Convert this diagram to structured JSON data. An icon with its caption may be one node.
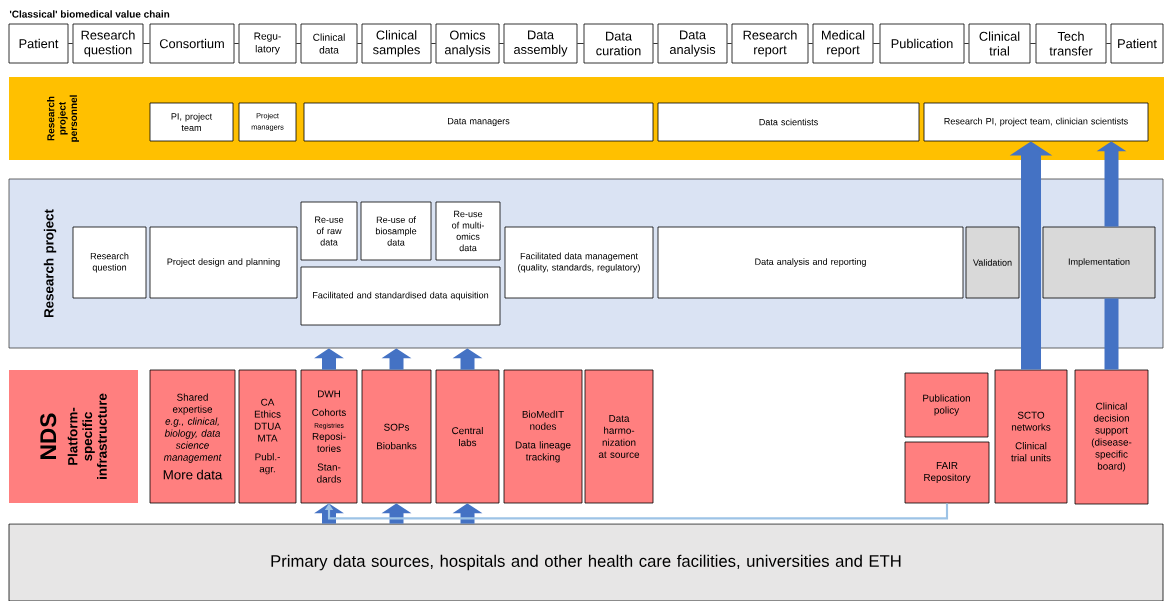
{
  "diagram": {
    "title": "'Classical' biomedical value chain",
    "nodes": [
      {
        "text": [
          "Patient"
        ]
      },
      {
        "text": [
          "Research question"
        ]
      },
      {
        "text": [
          "Consortium"
        ]
      },
      {
        "text": [
          "Regu-latory"
        ]
      },
      {
        "text": [
          "Clinical data"
        ]
      },
      {
        "text": [
          "Clinical samples"
        ]
      },
      {
        "text": [
          "Omics analysis"
        ]
      },
      {
        "text": [
          "Data assembly"
        ]
      },
      {
        "text": [
          "Data curation"
        ]
      },
      {
        "text": [
          "Data analysis"
        ]
      },
      {
        "text": [
          "Research report"
        ]
      },
      {
        "text": [
          "Medical report"
        ]
      },
      {
        "text": [
          "Publication"
        ]
      },
      {
        "text": [
          "Clinical trial"
        ]
      },
      {
        "text": [
          "Tech transfer"
        ]
      },
      {
        "text": [
          "Patient"
        ]
      },
      {
        "text": [
          "Research project personnel"
        ]
      },
      {
        "text": [
          "PI, project team"
        ],
        "in": 16
      },
      {
        "text": [
          "Project managers"
        ],
        "in": 16
      },
      {
        "text": [
          "Data managers"
        ],
        "in": 16
      },
      {
        "text": [
          "Data scientists"
        ],
        "in": 16
      },
      {
        "text": [
          "Research PI, project team, clinician scientists"
        ],
        "in": 16
      },
      {
        "text": [
          "Research project"
        ]
      },
      {
        "text": [
          "Research question"
        ],
        "in": 22
      },
      {
        "text": [
          "Project design and planning"
        ],
        "in": 22
      },
      {
        "text": [
          "Re-use of raw data"
        ],
        "in": 22
      },
      {
        "text": [
          "Re-use of biosample data"
        ],
        "in": 22
      },
      {
        "text": [
          "Re-use of multi-omics data"
        ],
        "in": 22
      },
      {
        "text": [
          "Facilitated and standardised data aquisition"
        ],
        "in": 22
      },
      {
        "text": [
          "Facilitated data management (quality, standards, regulatory)"
        ],
        "in": 22
      },
      {
        "text": [
          "Data analysis and reporting"
        ],
        "in": 22
      },
      {
        "text": [
          "Validation"
        ],
        "in": 22
      },
      {
        "text": [
          "Implementation"
        ],
        "in": 22
      },
      {
        "text": [
          "NDS",
          "Platform-specific infrastructure"
        ]
      },
      {
        "text": [
          "Shared expertise",
          "e.g., clinical, biology, data science management",
          "More data"
        ]
      },
      {
        "text": [
          "CA Ethics DTUA MTA",
          "Publ.-agr."
        ]
      },
      {
        "text": [
          "DWH",
          "Cohorts",
          "Registries",
          "Reposi-tories",
          "Stan-dards"
        ]
      },
      {
        "text": [
          "SOPs",
          "Biobanks"
        ]
      },
      {
        "text": [
          "Central labs"
        ]
      },
      {
        "text": [
          "BioMedIT nodes",
          "Data lineage tracking"
        ]
      },
      {
        "text": [
          "Data harmo-nization at source"
        ]
      },
      {
        "text": [
          "Publication policy"
        ]
      },
      {
        "text": [
          "FAIR Repository"
        ]
      },
      {
        "text": [
          "SCTO networks",
          "Clinical trial units"
        ]
      },
      {
        "text": [
          "Clinical decision support (disease-specific board)"
        ]
      },
      {
        "text": [
          "Primary data sources, hospitals and other health care facilities, universities and ETH"
        ]
      }
    ],
    "edges": [
      {
        "from": 0,
        "to": 1,
        "arrow": "none"
      },
      {
        "from": 1,
        "to": 2,
        "arrow": "none"
      },
      {
        "from": 2,
        "to": 3,
        "arrow": "none"
      },
      {
        "from": 3,
        "to": 4,
        "arrow": "none"
      },
      {
        "from": 4,
        "to": 5,
        "arrow": "none"
      },
      {
        "from": 5,
        "to": 6,
        "arrow": "none"
      },
      {
        "from": 6,
        "to": 7,
        "arrow": "none"
      },
      {
        "from": 7,
        "to": 8,
        "arrow": "none"
      },
      {
        "from": 8,
        "to": 9,
        "arrow": "none"
      },
      {
        "from": 9,
        "to": 10,
        "arrow": "none"
      },
      {
        "from": 10,
        "to": 11,
        "arrow": "none"
      },
      {
        "from": 11,
        "to": 12,
        "arrow": "none"
      },
      {
        "from": 12,
        "to": 13,
        "arrow": "none"
      },
      {
        "from": 13,
        "to": 14,
        "arrow": "none"
      },
      {
        "from": 14,
        "to": 15,
        "arrow": "none"
      },
      {
        "from": 36,
        "to": 22,
        "arrow": "to",
        "style": "thick",
        "color": "#4472c4"
      },
      {
        "from": 37,
        "to": 22,
        "arrow": "to",
        "style": "thick",
        "color": "#4472c4"
      },
      {
        "from": 38,
        "to": 22,
        "arrow": "to",
        "style": "thick",
        "color": "#4472c4"
      },
      {
        "from": 45,
        "to": 36,
        "arrow": "to",
        "style": "thick",
        "color": "#4472c4"
      },
      {
        "from": 45,
        "to": 37,
        "arrow": "to",
        "style": "thick",
        "color": "#4472c4"
      },
      {
        "from": 45,
        "to": 38,
        "arrow": "to",
        "style": "thick",
        "color": "#4472c4"
      },
      {
        "from": 42,
        "to": 36,
        "arrow": "to",
        "color": "#9dc3e6"
      },
      {
        "from": 43,
        "to": 21,
        "arrow": "to",
        "style": "thick",
        "color": "#4472c4"
      },
      {
        "from": 44,
        "to": 32,
        "arrow": "none",
        "style": "thick",
        "color": "#4472c4"
      },
      {
        "from": 32,
        "to": 21,
        "arrow": "to",
        "style": "thick",
        "color": "#4472c4"
      }
    ]
  }
}
